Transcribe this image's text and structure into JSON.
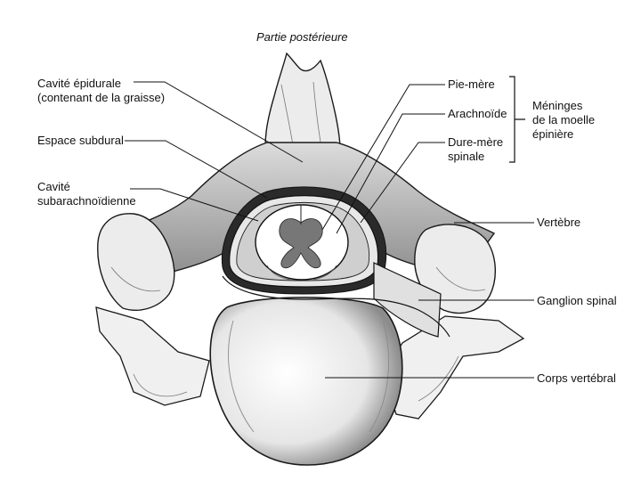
{
  "title": "Partie postérieure",
  "labels_left": {
    "epidural_line1": "Cavité épidurale",
    "epidural_line2": "(contenant de la graisse)",
    "subdural": "Espace subdural",
    "subarachnoid_line1": "Cavité",
    "subarachnoid_line2": "subarachnoïdienne"
  },
  "labels_right": {
    "pia": "Pie-mère",
    "arachnoid": "Arachnoïde",
    "dura_line1": "Dure-mère",
    "dura_line2": "spinale",
    "meninges_line1": "Méninges",
    "meninges_line2": "de la moelle",
    "meninges_line3": "épinière",
    "vertebra": "Vertèbre",
    "ganglion": "Ganglion spinal",
    "body": "Corps vertébral"
  },
  "colors": {
    "ink": "#1a1a1a",
    "bone": "#f4f4f4",
    "shade": "#9a9a9a"
  }
}
